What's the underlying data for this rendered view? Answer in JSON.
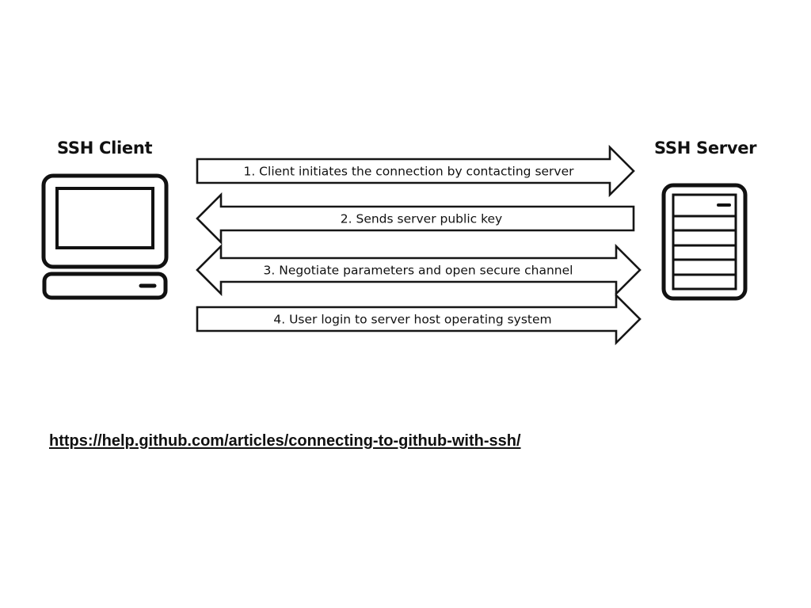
{
  "diagram": {
    "client": {
      "title": "SSH Client",
      "icon": "desktop-computer-icon"
    },
    "server": {
      "title": "SSH Server",
      "icon": "server-rack-icon"
    },
    "steps": [
      {
        "label": "1. Client initiates the connection by contacting server",
        "direction": "client-to-server"
      },
      {
        "label": "2. Sends server public key",
        "direction": "server-to-client"
      },
      {
        "label": "3. Negotiate parameters and open secure channel",
        "direction": "bidirectional"
      },
      {
        "label": "4. User login to server host operating system",
        "direction": "client-to-server"
      }
    ]
  },
  "source": {
    "url": "https://help.github.com/articles/connecting-to-github-with-ssh/"
  }
}
